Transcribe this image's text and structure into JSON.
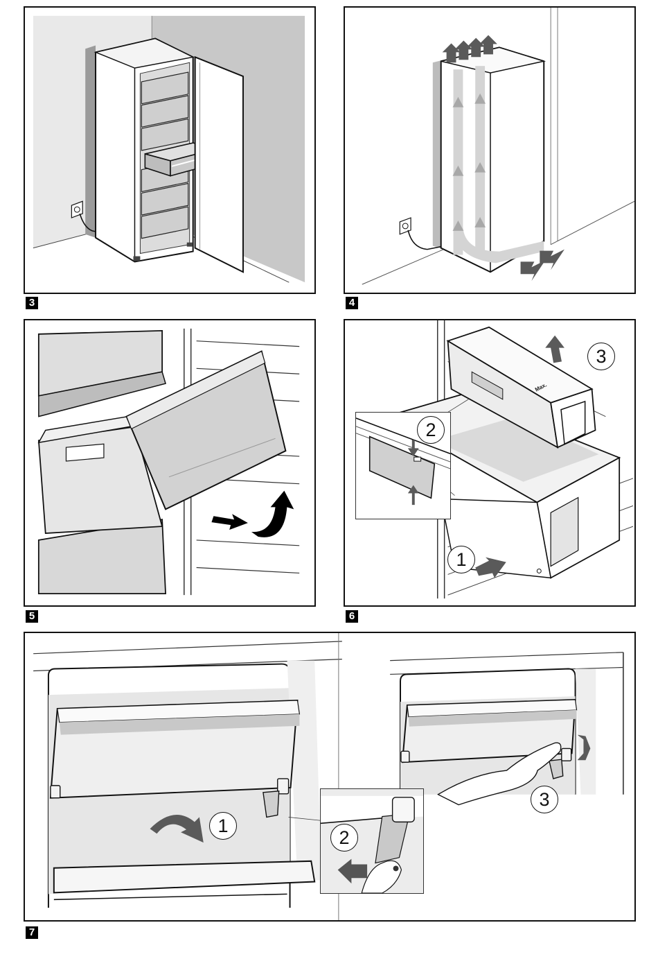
{
  "page": {
    "type": "appliance manual illustration page",
    "colors": {
      "outline": "#111111",
      "wall_gray": "#c9c9c9",
      "light_gray": "#e8e8e8",
      "arrow_gray": "#5a5a5a",
      "arrow_black": "#000000",
      "label_bg": "#000000",
      "label_fg": "#ffffff"
    }
  },
  "figures": [
    {
      "number": "3",
      "description": "Upright freezer in room corner with door open and one drawer pulled out; plugged into wall socket",
      "icons": [
        "freezer-icon",
        "drawer-icon",
        "wall-socket-icon"
      ]
    },
    {
      "number": "4",
      "description": "Freezer airflow: cool air enters at bottom front, flows up behind appliance and exits at top",
      "icons": [
        "airflow-arrow-icon",
        "wall-socket-icon"
      ]
    },
    {
      "number": "5",
      "description": "Removing a freezer drawer: pull out, then tilt up",
      "icons": [
        "drawer-icon",
        "pull-arrow-icon",
        "lift-arrow-icon"
      ]
    },
    {
      "number": "6",
      "description": "Removing drawer and ice box: steps 1, 2, 3",
      "steps": [
        "1",
        "2",
        "3"
      ],
      "box_label": "Max.",
      "icons": [
        "drawer-icon",
        "ice-box-icon",
        "press-arrow-icon"
      ]
    },
    {
      "number": "7",
      "description": "Removing the freezer flap: fold down, release hinge, pull out",
      "steps": [
        "1",
        "2",
        "3"
      ],
      "icons": [
        "flap-icon",
        "hinge-icon",
        "hand-icon",
        "curved-arrow-icon"
      ]
    }
  ]
}
